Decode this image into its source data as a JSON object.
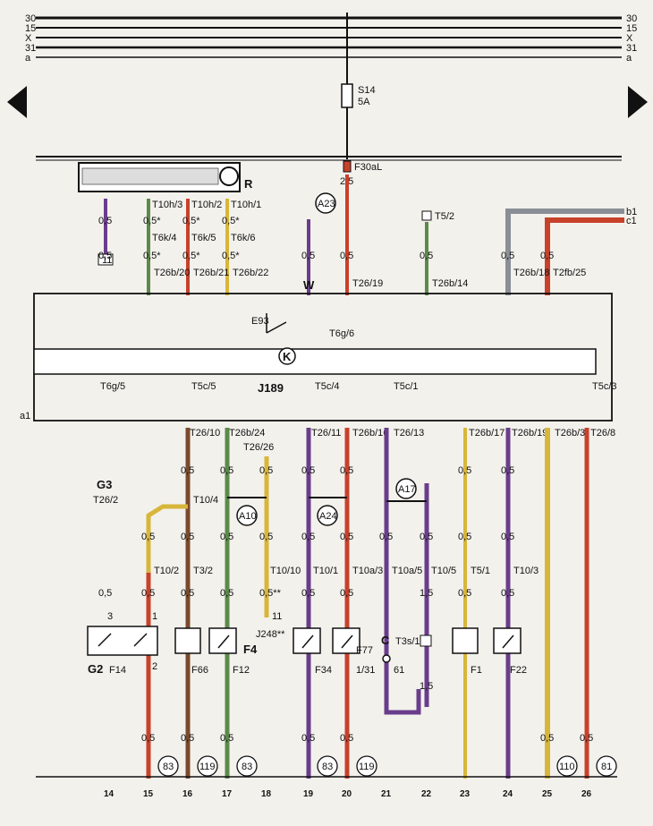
{
  "rails": [
    "30",
    "15",
    "X",
    "31",
    "a"
  ],
  "fuse": {
    "name": "S14",
    "rating": "5A"
  },
  "top_connector": "F30aL",
  "top_wire_size": "2,5",
  "radio": {
    "label": "R",
    "pins": [
      "T10h/3",
      "T10h/2",
      "T10h/1"
    ]
  },
  "radio_adapter": [
    "T6k/4",
    "T6k/5",
    "T6k/6"
  ],
  "block_top_pins": [
    "T26b/20",
    "T26b/21",
    "T26b/22",
    "W",
    "T26/19",
    "T26b/14",
    "T26b/18",
    "T2fb/25"
  ],
  "switch_e93": "E93",
  "t6g6": "T6g/6",
  "t52": "T5/2",
  "a23": "A23",
  "ground_b1": "b1",
  "ground_c1": "c1",
  "k_marker": "K",
  "ground_box": "11",
  "module": "J189",
  "inner_pins": [
    "T6g/5",
    "T5c/5",
    "T5c/4",
    "T5c/1",
    "T5c/3"
  ],
  "side_label": "a1",
  "bottom_pins": [
    "T26/10",
    "T26b/24",
    "T26/26",
    "T26/11",
    "T26b/16",
    "T26/13",
    "T26b/17",
    "T26b/19",
    "T26b/3",
    "T26/8"
  ],
  "g3": {
    "name": "G3",
    "pin": "T26/2"
  },
  "connectors": [
    "T10/4",
    "T10/2",
    "T3/2",
    "T10/10",
    "T10/1",
    "T10a/3",
    "T10a/5",
    "T10/5",
    "T5/1",
    "T10/3"
  ],
  "circles": [
    "A10",
    "A24",
    "A17"
  ],
  "sensors": [
    "G2",
    "F14",
    "F66",
    "F4",
    "F12",
    "J248**",
    "F34",
    "F77",
    "1/31",
    "C",
    "T3s/1",
    "61",
    "F1",
    "F22"
  ],
  "pin_numbers": [
    "3",
    "1",
    "2",
    "11"
  ],
  "wire_sizes": {
    "half": "0,5",
    "half_star": "0,5*",
    "half_dstar": "0,5**",
    "one_five": "1,5"
  },
  "refs": [
    "83",
    "119",
    "83",
    "83",
    "119",
    "110",
    "81"
  ],
  "columns": [
    "14",
    "15",
    "16",
    "17",
    "18",
    "19",
    "20",
    "21",
    "22",
    "23",
    "24",
    "25",
    "26"
  ],
  "colors": {
    "red": "#c8412b",
    "brown": "#7a4a2c",
    "purple": "#6a3d8c",
    "yellow": "#d8b63a",
    "green": "#5b8a4a",
    "gray": "#8a8f96"
  }
}
